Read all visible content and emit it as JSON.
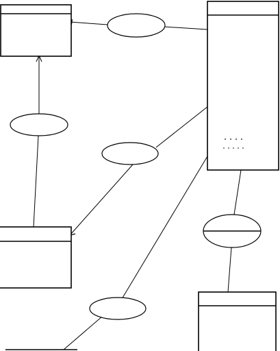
{
  "diagram": {
    "kind": "class-diagram",
    "colors": {
      "stroke": "#000000",
      "background": "#ffffff"
    },
    "boxes": [
      {
        "name": "class-box-top-left"
      },
      {
        "name": "class-box-right-tall"
      },
      {
        "name": "class-box-middle-left"
      },
      {
        "name": "class-box-bottom-right"
      },
      {
        "name": "class-box-bottom-left-partial"
      }
    ],
    "relation_ovals": [
      {
        "name": "relation-oval-top"
      },
      {
        "name": "relation-oval-left"
      },
      {
        "name": "relation-oval-middle"
      },
      {
        "name": "relation-oval-right"
      },
      {
        "name": "relation-oval-bottom"
      }
    ],
    "arrowheads": [
      {
        "name": "arrowhead-top-left-box",
        "icon": "filled-arrow"
      },
      {
        "name": "arrowhead-top-left-box-from-below",
        "icon": "open-arrow"
      },
      {
        "name": "arrowhead-middle-left-box",
        "icon": "open-arrow"
      }
    ]
  }
}
